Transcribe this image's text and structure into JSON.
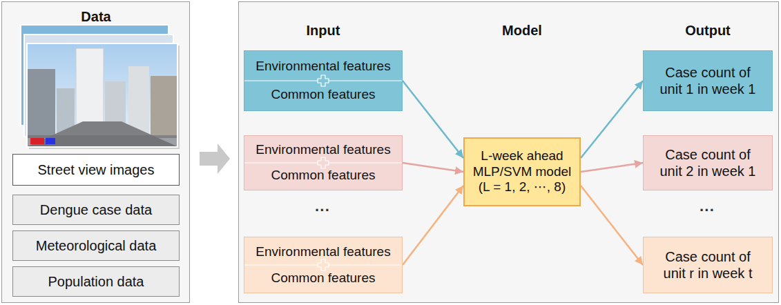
{
  "diagram": {
    "nodes": [
      {
        "text": [
          "Data"
        ]
      },
      {
        "text": [
          "Street view images"
        ],
        "in": 0
      },
      {
        "text": [
          "Dengue case data"
        ],
        "in": 0
      },
      {
        "text": [
          "Meteorological data"
        ],
        "in": 0
      },
      {
        "text": [
          "Population data"
        ],
        "in": 0
      },
      {
        "text": [
          "Input",
          "Model",
          "Output"
        ]
      },
      {
        "text": [
          "Environmental features",
          "Common features"
        ],
        "in": 5
      },
      {
        "text": [
          "Environmental features",
          "Common features"
        ],
        "in": 5
      },
      {
        "text": [
          "Environmental features",
          "Common features"
        ],
        "in": 5
      },
      {
        "text": [
          "L-week ahead MLP/SVM model (L = 1, 2, ⋯, 8)"
        ],
        "in": 5
      },
      {
        "text": [
          "Case count of unit 1 in week 1"
        ],
        "in": 5
      },
      {
        "text": [
          "Case count of unit 2 in week 1"
        ],
        "in": 5
      },
      {
        "text": [
          "Case count of unit r in week t"
        ],
        "in": 5
      }
    ],
    "edges": [
      {
        "from": 0,
        "to": 5,
        "arrow": "to"
      },
      {
        "from": 6,
        "to": 9,
        "arrow": "to"
      },
      {
        "from": 7,
        "to": 9,
        "arrow": "to"
      },
      {
        "from": 8,
        "to": 9,
        "arrow": "to"
      },
      {
        "from": 9,
        "to": 10,
        "arrow": "to"
      },
      {
        "from": 9,
        "to": 11,
        "arrow": "to"
      },
      {
        "from": 9,
        "to": 12,
        "arrow": "to"
      }
    ],
    "labels": [
      "···",
      "···"
    ]
  }
}
